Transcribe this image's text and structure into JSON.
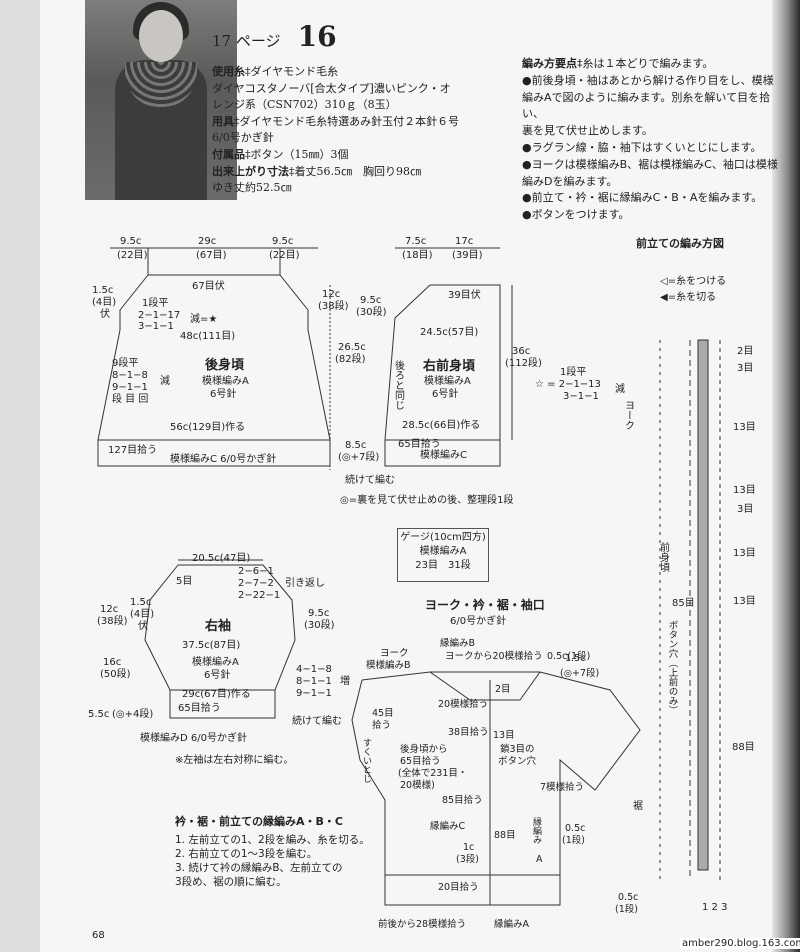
{
  "header": {
    "page_ref": "17 ページ",
    "pattern_number": "16"
  },
  "spec": {
    "yarn_label": "使用糸",
    "yarn_lines": [
      "‡ダイヤモンド毛糸",
      "ダイヤコスタノーバ[合太タイプ]濃いピンク・オ",
      "レンジ系（CSN702）310ｇ（8玉）"
    ],
    "tools_label": "用具",
    "tools_lines": [
      "‡ダイヤモンド毛糸特選あみ針玉付２本針６号",
      "6/0号かぎ針"
    ],
    "notions_label": "付属品",
    "notions_value": "‡ボタン（15㎜）3個",
    "size_label": "出来上がり寸法",
    "size_lines": [
      "‡着丈56.5㎝　胸回り98㎝",
      "ゆき丈約52.5㎝"
    ]
  },
  "notes": {
    "title": "編み方要点",
    "intro": "‡糸は１本どりで編みます。",
    "items": [
      "●前後身頃・袖はあとから解ける作り目をし、模様",
      "編みAで図のように編みます。別糸を解いて目を拾い、",
      "裏を見て伏せ止めします。",
      "●ラグラン線・脇・袖下はすくいとじにします。",
      "●ヨークは模様編みB、裾は模様編みC、袖口は模様",
      "編みDを編みます。",
      "●前立て・衿・裾に縁編みC・B・Aを編みます。",
      "●ボタンをつけます。"
    ]
  },
  "back": {
    "top_left": "9.5c",
    "top_left_st": "(22目)",
    "top_mid": "29c",
    "top_mid_st": "(67目)",
    "top_right": "9.5c",
    "top_right_st": "(22目)",
    "bind_off": "67目伏",
    "left_h": "1.5c",
    "left_h_st": "(4目)",
    "left_fu": "伏",
    "dec_rows": [
      "1段平",
      "2−1−17",
      "3−1−1"
    ],
    "dec_mark": "減=★",
    "width_mid": "48c(111目)",
    "side_rows": [
      "9段平",
      "8−1−8",
      "9−1−1",
      "段 目 回"
    ],
    "side_mark": "減",
    "title": "後身頃",
    "pattern": "模様編みA",
    "needle": "6号針",
    "cast_on": "56c(129目)作る",
    "pickup": "127目拾う",
    "hem": "模様編みC 6/0号かぎ針"
  },
  "front": {
    "top_left": "7.5c",
    "top_left_st": "(18目)",
    "top_mid": "17c",
    "top_mid_st": "(39目)",
    "bind_off": "39目伏",
    "raglan_h": "12c",
    "raglan_h_st": "(38段)",
    "neck_h": "9.5c",
    "neck_h_st": "(30段)",
    "width_mid": "24.5c(57目)",
    "body_h": "26.5c",
    "body_h_st": "(82段)",
    "full_h": "36c",
    "full_h_st": "(112段)",
    "back_same": "後ろと同じ",
    "title": "右前身頃",
    "pattern": "模様編みA",
    "needle": "6号針",
    "cast_on": "28.5c(66目)作る",
    "pickup": "65目拾う",
    "hem": "模様編みC",
    "dec_rows": [
      "1段平",
      "☆ = 2−1−13",
      "3−1−1"
    ],
    "dec_mark": "減",
    "band": "8.5c",
    "band_st": "(◎+7段)",
    "cont": "続けて編む",
    "note": "◎=裏を見て伏せ止めの後、整理段1段"
  },
  "gauge": {
    "title": "ゲージ(10cm四方)",
    "pattern": "模様編みA",
    "value": "23目　31段"
  },
  "sleeve": {
    "top_w": "20.5c(47目)",
    "top_rows": [
      "2−6−1",
      "2−7−2",
      "2−22−1"
    ],
    "short_rows": "引き返し",
    "five": "5目",
    "left_h": "1.5c",
    "left_h_st": "(4目)",
    "left_fu": "伏",
    "raglan_h": "12c",
    "raglan_h_st": "(38段)",
    "raglan_r": "9.5c",
    "raglan_r_st": "(30段)",
    "title": "右袖",
    "width_mid": "37.5c(87目)",
    "pattern": "模様編みA",
    "needle": "6号針",
    "side_h": "16c",
    "side_h_st": "(50段)",
    "inc_rows": [
      "4−1−8",
      "8−1−1",
      "9−1−1"
    ],
    "inc_mark": "増",
    "cast_on": "29c(67目)作る",
    "pickup": "65目拾う",
    "cuff_h": "5.5c",
    "cuff_st": "(◎+4段)",
    "cont": "続けて編む",
    "cuff": "模様編みD 6/0号かぎ針",
    "note": "※左袖は左右対称に編む。"
  },
  "assembly": {
    "title": "ヨーク・衿・裾・袖口",
    "needle": "6/0号かぎ針",
    "labels": {
      "edge_b": "縁編みB",
      "from_yoke": "ヨークから20模様拾う",
      "yoke_b": "ヨーク",
      "yoke_pattern": "模様編みB",
      "collar": "0.5c(1段)",
      "collar2": "1.5c",
      "collar2_st": "(◎+7段)",
      "two_rows": "2目",
      "left45": "45目",
      "pick": "拾う",
      "p20": "20模様拾う",
      "p38": "38目拾う",
      "p13": "13目",
      "chain3": "鎖3目の",
      "btn": "ボタン穴",
      "back65": "後身頃から",
      "back65b": "65目拾う",
      "total": "(全体で231目・",
      "total2": "20模様)",
      "scoop": "すくいとじ",
      "p85": "85目拾う",
      "seven": "7模様拾う",
      "edge_c": "縁編みC",
      "p88": "88目",
      "edge_a": "縁編み",
      "edge_a2": "A",
      "c05": "0.5c",
      "c05r": "(1段)",
      "c1": "1c",
      "c1r": "(3段)",
      "p20b": "20目拾う",
      "hem_pick": "前後から28模様拾う",
      "edge_a3": "縁編みA",
      "c05b": "0.5c",
      "c05br": "(1段)"
    }
  },
  "front_band": {
    "title": "前立ての編み方図",
    "legend1": "◁=糸をつける",
    "legend2": "◀=糸を切る",
    "counts": [
      "2目",
      "3目",
      "13目",
      "13目",
      "3目",
      "13目",
      "13目",
      "85目",
      "88目"
    ],
    "side_yoke": "ヨーク",
    "side_front": "前身頃",
    "side_btn": "ボタン穴（上前のみ）",
    "side_hem": "裾",
    "bottom_nums": "1 2 3"
  },
  "edging": {
    "title": "衿・裾・前立ての縁編みA・B・C",
    "steps": [
      "1. 左前立ての1、2段を編み、糸を切る。",
      "2. 右前立ての1〜3段を編む。",
      "3. 続けて衿の縁編みB、左前立ての",
      "3段め、裾の順に編む。"
    ]
  },
  "page_number": "68",
  "watermark": "amber290.blog.163.com"
}
